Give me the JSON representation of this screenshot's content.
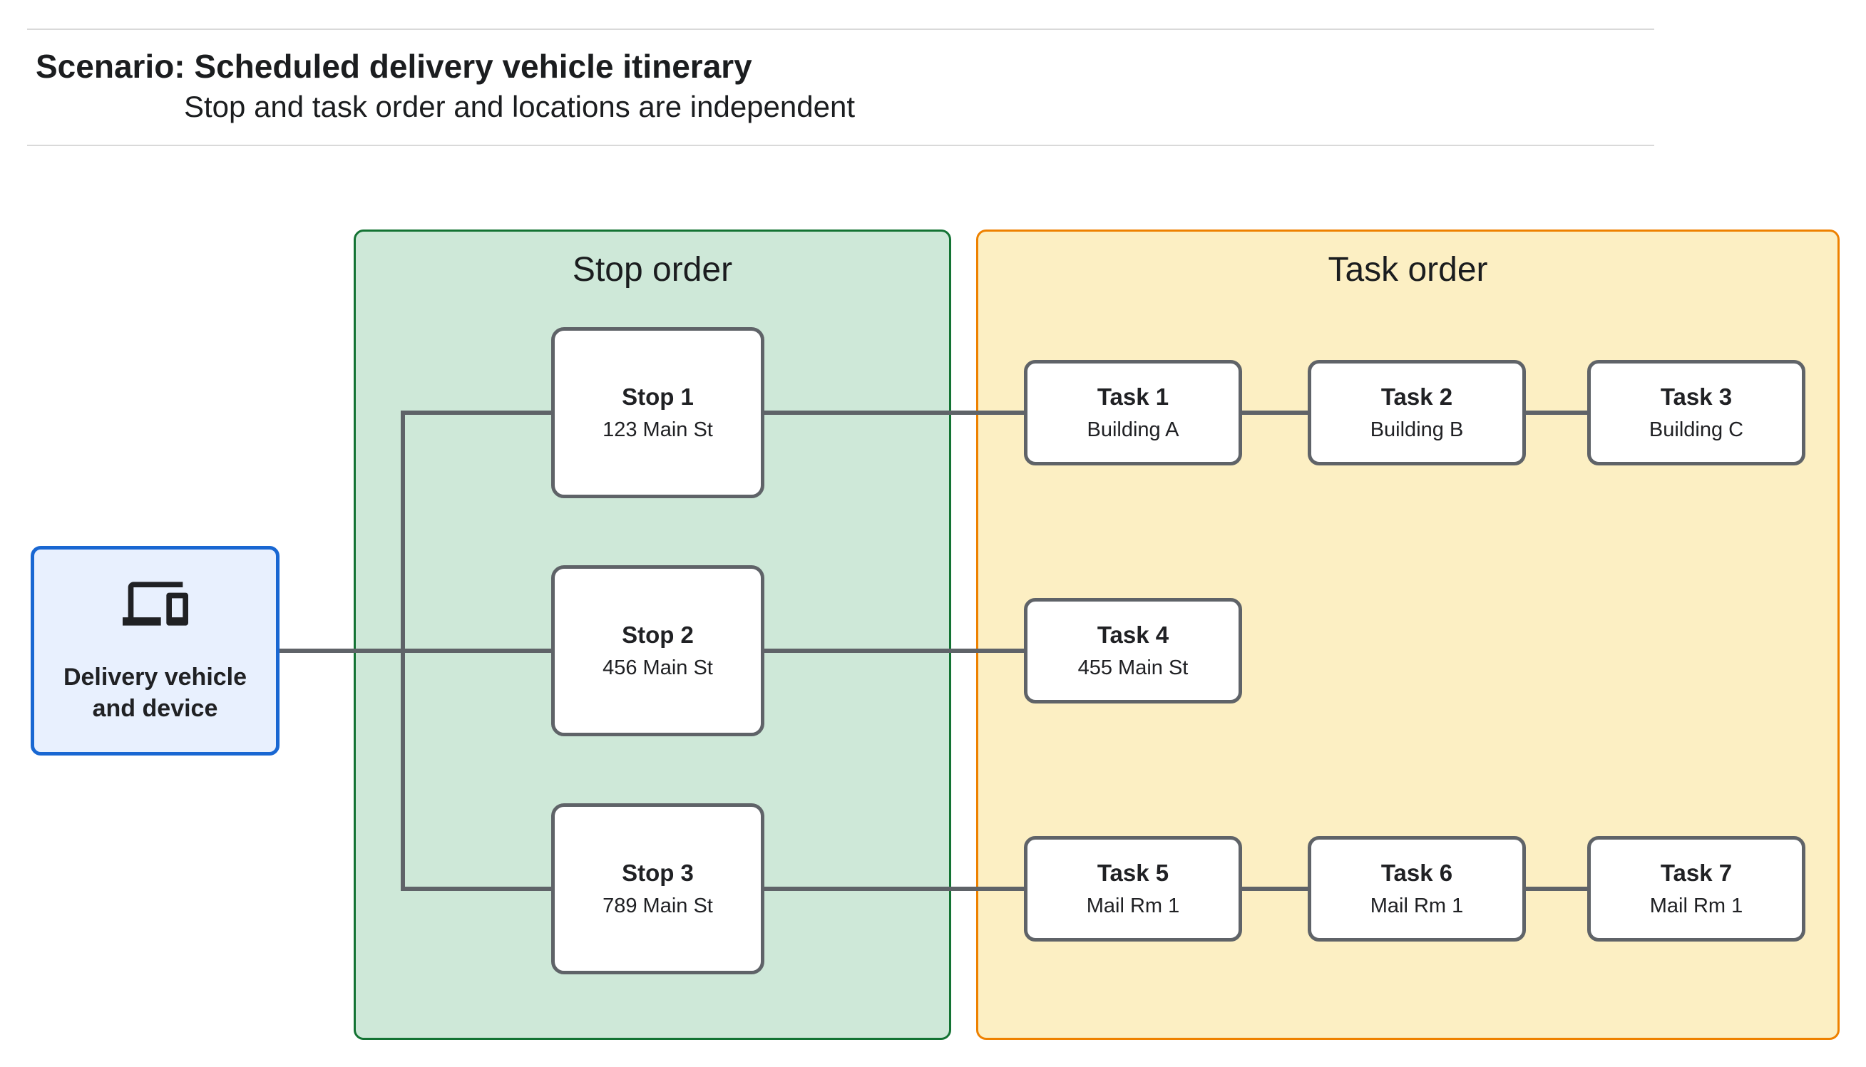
{
  "header": {
    "title": "Scenario: Scheduled delivery vehicle itinerary",
    "subtitle": "Stop and task order and locations are independent"
  },
  "vehicle": {
    "label": "Delivery vehicle and device",
    "icon": "devices-icon",
    "fill": "#e8f0fe",
    "border": "#1967d2"
  },
  "stop_panel": {
    "title": "Stop order",
    "fill": "#cee8d8",
    "border": "#137333",
    "stops": [
      {
        "title": "Stop 1",
        "location": "123 Main St"
      },
      {
        "title": "Stop 2",
        "location": "456 Main St"
      },
      {
        "title": "Stop 3",
        "location": "789 Main St"
      }
    ]
  },
  "task_panel": {
    "title": "Task order",
    "fill": "#fcefc3",
    "border": "#ee8100",
    "rows": [
      [
        {
          "title": "Task 1",
          "location": "Building A"
        },
        {
          "title": "Task 2",
          "location": "Building B"
        },
        {
          "title": "Task 3",
          "location": "Building C"
        }
      ],
      [
        {
          "title": "Task 4",
          "location": "455 Main St"
        }
      ],
      [
        {
          "title": "Task 5",
          "location": "Mail Rm 1"
        },
        {
          "title": "Task 6",
          "location": "Mail Rm 1"
        },
        {
          "title": "Task 7",
          "location": "Mail Rm 1"
        }
      ]
    ]
  },
  "connectors": {
    "color": "#5f6368",
    "panel_rule_color": "#d9d9d9"
  }
}
